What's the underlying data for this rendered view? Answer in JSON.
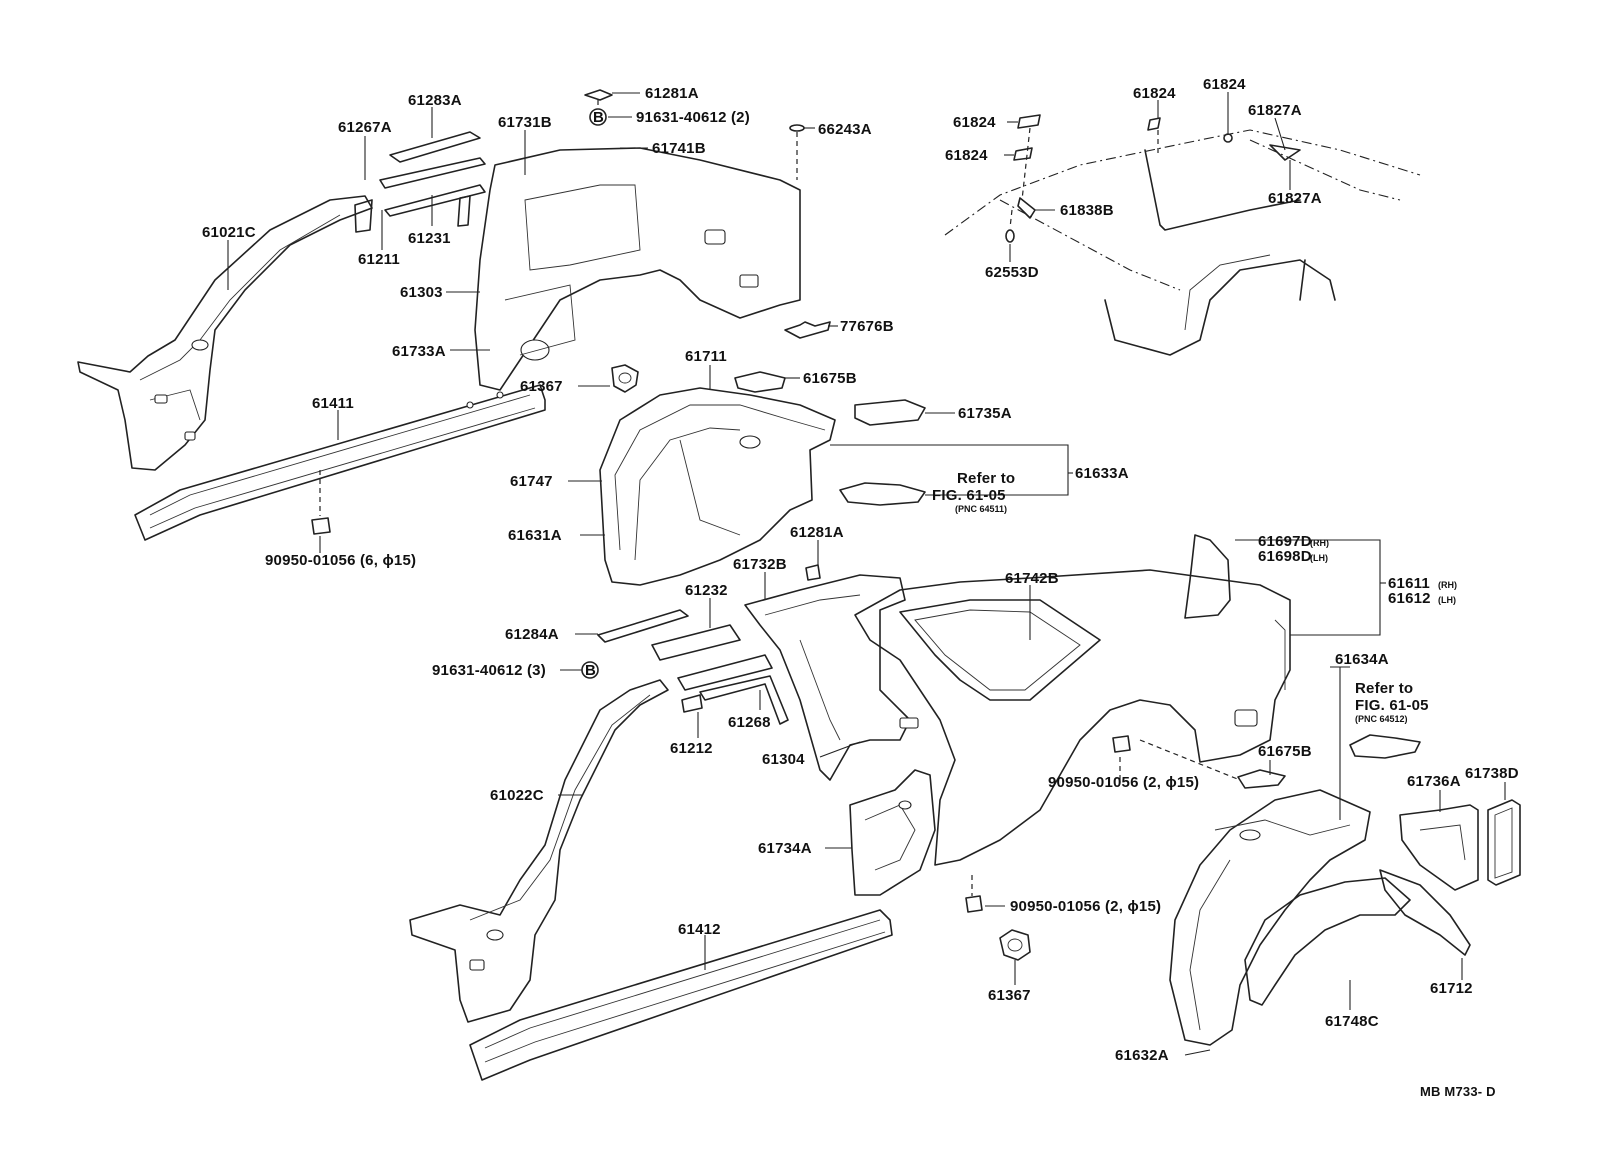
{
  "labels": {
    "p61283A": "61283A",
    "p61267A": "61267A",
    "p61021C": "61021C",
    "p61211": "61211",
    "p61231": "61231",
    "p61303": "61303",
    "p61733A": "61733A",
    "p61411": "61411",
    "p90950_6": "90950-01056 (6, ϕ15)",
    "p61281A_top": "61281A",
    "p91631_2": "91631-40612 (2)",
    "p61731B": "61731B",
    "p61741B": "61741B",
    "p66243A": "66243A",
    "p77676B": "77676B",
    "p61367_top": "61367",
    "p61711": "61711",
    "p61675B_top": "61675B",
    "p61735A": "61735A",
    "p61633A": "61633A",
    "refer1_line1": "Refer to",
    "refer1_line2": "FIG. 61-05",
    "refer1_pnc": "(PNC 64511)",
    "p61747": "61747",
    "p61631A": "61631A",
    "p61281A_mid": "61281A",
    "p61732B": "61732B",
    "p61232": "61232",
    "p61284A": "61284A",
    "p91631_3": "91631-40612 (3)",
    "p61268": "61268",
    "p61212": "61212",
    "p61304": "61304",
    "p61022C": "61022C",
    "p61734A": "61734A",
    "p61412": "61412",
    "p61742B": "61742B",
    "p61697D": "61697D",
    "p61697D_side": "(RH)",
    "p61698D": "61698D",
    "p61698D_side": "(LH)",
    "p61611": "61611",
    "p61611_side": "(RH)",
    "p61612": "61612",
    "p61612_side": "(LH)",
    "p61634A": "61634A",
    "refer2_line1": "Refer to",
    "refer2_line2": "FIG. 61-05",
    "refer2_pnc": "(PNC 64512)",
    "p90950_2a": "90950-01056 (2, ϕ15)",
    "p61675B_bot": "61675B",
    "p61736A": "61736A",
    "p61738D": "61738D",
    "p90950_2b": "90950-01056 (2, ϕ15)",
    "p61367_bot": "61367",
    "p61712": "61712",
    "p61748C": "61748C",
    "p61632A": "61632A",
    "p61824_a": "61824",
    "p61824_b": "61824",
    "p61824_c": "61824",
    "p61824_d": "61824",
    "p61827A_a": "61827A",
    "p61827A_b": "61827A",
    "p61838B": "61838B",
    "p62553D": "62553D",
    "fig_code": "MB M733- D",
    "bolt_symbol": "B"
  }
}
